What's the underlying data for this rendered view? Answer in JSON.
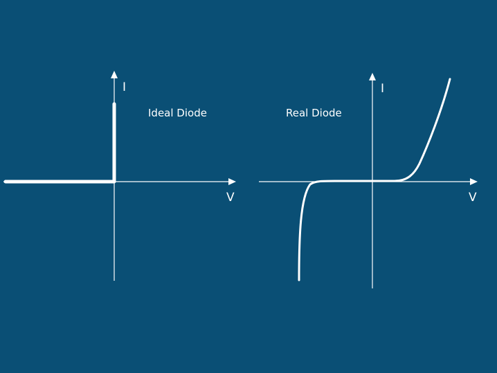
{
  "background_color": "#0a4f75",
  "foreground_color": "#ffffff",
  "ideal_diode": {
    "title": "Ideal Diode",
    "y_axis_label": "I",
    "x_axis_label": "V"
  },
  "real_diode": {
    "title": "Real Diode",
    "y_axis_label": "I",
    "x_axis_label": "V"
  }
}
